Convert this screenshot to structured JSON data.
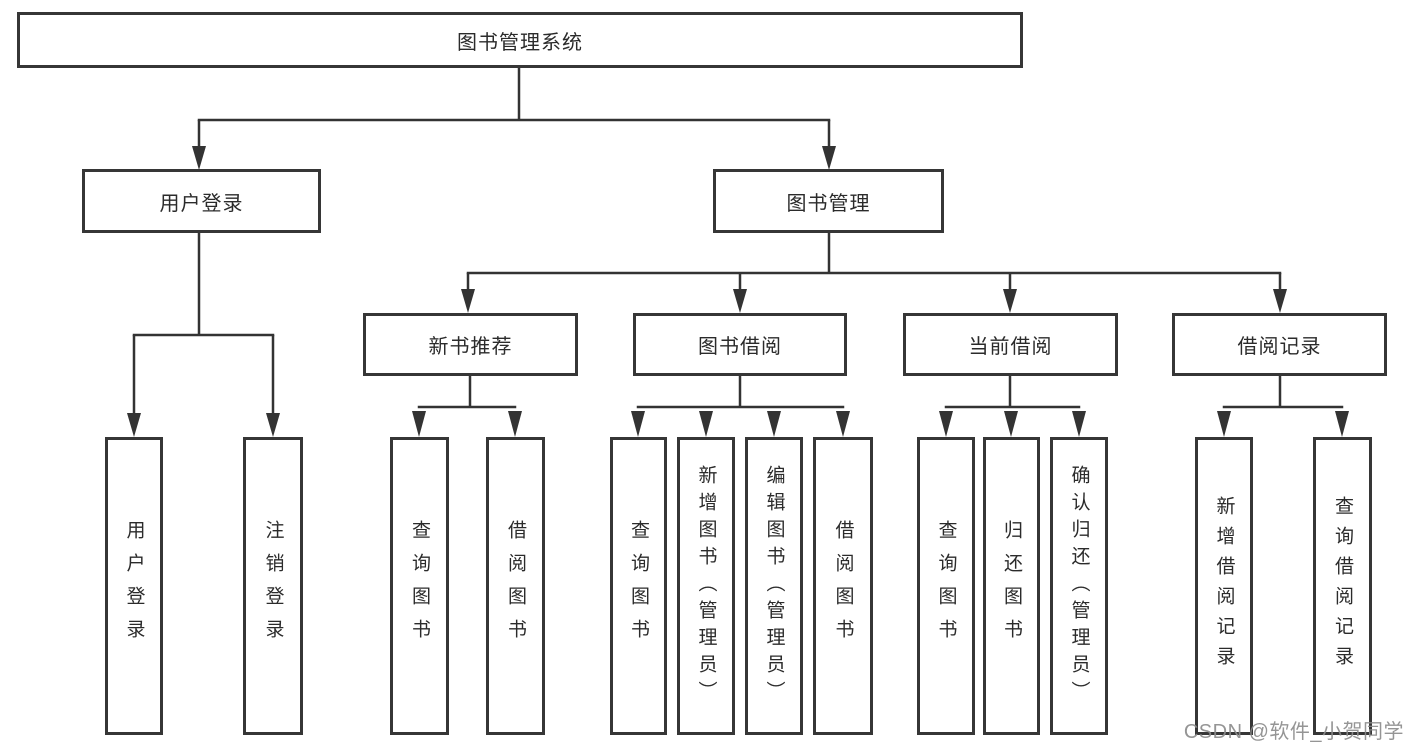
{
  "tree": {
    "label": "图书管理系统",
    "children": [
      {
        "label": "用户登录",
        "children": [
          {
            "label": "用户登录"
          },
          {
            "label": "注销登录"
          }
        ]
      },
      {
        "label": "图书管理",
        "children": [
          {
            "label": "新书推荐",
            "children": [
              {
                "label": "查询图书"
              },
              {
                "label": "借阅图书"
              }
            ]
          },
          {
            "label": "图书借阅",
            "children": [
              {
                "label": "查询图书"
              },
              {
                "label": "新增图书（管理员）"
              },
              {
                "label": "编辑图书（管理员）"
              },
              {
                "label": "借阅图书"
              }
            ]
          },
          {
            "label": "当前借阅",
            "children": [
              {
                "label": "查询图书"
              },
              {
                "label": "归还图书"
              },
              {
                "label": "确认归还（管理员）"
              }
            ]
          },
          {
            "label": "借阅记录",
            "children": [
              {
                "label": "新增借阅记录"
              },
              {
                "label": "查询借阅记录"
              }
            ]
          }
        ]
      }
    ]
  },
  "watermark": "CSDN @软件_小贺同学",
  "colors": {
    "line": "#333333",
    "border": "#363636",
    "text": "#2b2b2b",
    "watermark": "#8c8c8c",
    "background": "#ffffff"
  }
}
